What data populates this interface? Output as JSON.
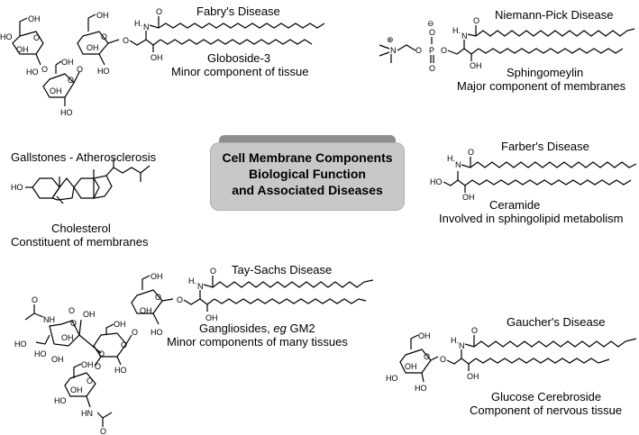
{
  "title": {
    "line1": "Cell Membrane Components",
    "line2": "Biological Function",
    "line3": "and Associated Diseases"
  },
  "panels": [
    {
      "id": "globoside",
      "disease": "Fabry's Disease",
      "compound": "Globoside-3",
      "description": "Minor component of tissue"
    },
    {
      "id": "sphingomyelin",
      "disease": "Niemann-Pick Disease",
      "compound": "Sphingomeylin",
      "description": "Major component of membranes"
    },
    {
      "id": "cholesterol",
      "disease": "Gallstones - Atherosclerosis",
      "compound": "Cholesterol",
      "description": "Constituent of membranes"
    },
    {
      "id": "ceramide",
      "disease": "Farber's Disease",
      "compound": "Ceramide",
      "description": "Involved in sphingolipid metabolism"
    },
    {
      "id": "ganglioside",
      "disease": "Tay-Sachs Disease",
      "compound_prefix": "Gangliosides, ",
      "compound_italic": "eg",
      "compound_suffix": " GM2",
      "description": "Minor components of many tissues"
    },
    {
      "id": "cerebroside",
      "disease": "Gaucher's Disease",
      "compound": "Glucose Cerebroside",
      "description": "Component of nervous tissue"
    }
  ],
  "atom_labels": {
    "OH": "OH",
    "HO": "HO",
    "O": "O",
    "N": "N",
    "H": "H.",
    "P": "P",
    "NH": "NH",
    "HN": "HN",
    "plus": "⊕",
    "minus": "⊖"
  }
}
